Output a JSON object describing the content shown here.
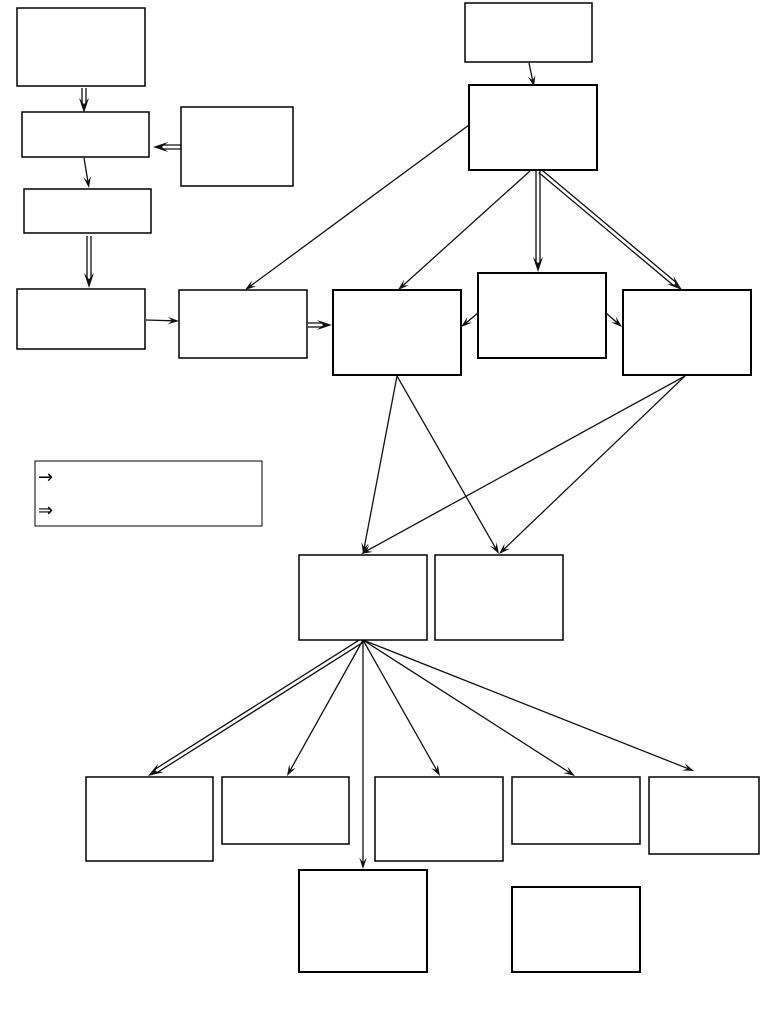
{
  "diagram": {
    "nodes": [
      {
        "id": "n1",
        "label": ""
      },
      {
        "id": "n2",
        "label": ""
      },
      {
        "id": "n3",
        "label": ""
      },
      {
        "id": "n4",
        "label": ""
      },
      {
        "id": "n5",
        "label": ""
      },
      {
        "id": "n6",
        "label": ""
      },
      {
        "id": "n7",
        "label": ""
      },
      {
        "id": "n8",
        "label": ""
      },
      {
        "id": "n9",
        "label": ""
      },
      {
        "id": "n10",
        "label": ""
      },
      {
        "id": "n11",
        "label": ""
      },
      {
        "id": "n12",
        "label": ""
      },
      {
        "id": "n13",
        "label": ""
      },
      {
        "id": "n14",
        "label": ""
      },
      {
        "id": "n15",
        "label": ""
      },
      {
        "id": "n16",
        "label": ""
      },
      {
        "id": "n17",
        "label": ""
      },
      {
        "id": "n18",
        "label": ""
      },
      {
        "id": "n19",
        "label": ""
      },
      {
        "id": "n20",
        "label": ""
      },
      {
        "id": "n21",
        "label": ""
      },
      {
        "id": "n22",
        "label": ""
      }
    ],
    "edges": [
      {
        "from": "n1",
        "to": "n2",
        "style": "double"
      },
      {
        "from": "n3",
        "to": "n2",
        "style": "double"
      },
      {
        "from": "n2",
        "to": "n4",
        "style": "single"
      },
      {
        "from": "n4",
        "to": "n5",
        "style": "double"
      },
      {
        "from": "n5",
        "to": "n6",
        "style": "single"
      },
      {
        "from": "n6",
        "to": "n7",
        "style": "double"
      },
      {
        "from": "n8",
        "to": "n9",
        "style": "single"
      },
      {
        "from": "n9",
        "to": "n6",
        "style": "single"
      },
      {
        "from": "n9",
        "to": "n7",
        "style": "single"
      },
      {
        "from": "n9",
        "to": "n10",
        "style": "double"
      },
      {
        "from": "n9",
        "to": "n11",
        "style": "double"
      },
      {
        "from": "n10",
        "to": "n7",
        "style": "single"
      },
      {
        "from": "n10",
        "to": "n11",
        "style": "single"
      },
      {
        "from": "n7",
        "to": "n12",
        "style": "single"
      },
      {
        "from": "n7",
        "to": "n13",
        "style": "single"
      },
      {
        "from": "n11",
        "to": "n12",
        "style": "single"
      },
      {
        "from": "n11",
        "to": "n13",
        "style": "single"
      },
      {
        "from": "n12",
        "to": "n14",
        "style": "double"
      },
      {
        "from": "n12",
        "to": "n15",
        "style": "single"
      },
      {
        "from": "n12",
        "to": "n16",
        "style": "single"
      },
      {
        "from": "n12",
        "to": "n17",
        "style": "single"
      },
      {
        "from": "n12",
        "to": "n18",
        "style": "single"
      },
      {
        "from": "n12",
        "to": "n20",
        "style": "single"
      }
    ]
  },
  "legend": {
    "single_arrow_glyph": "→",
    "double_arrow_glyph": "⇒",
    "single_arrow_text": "",
    "double_arrow_text": ""
  }
}
